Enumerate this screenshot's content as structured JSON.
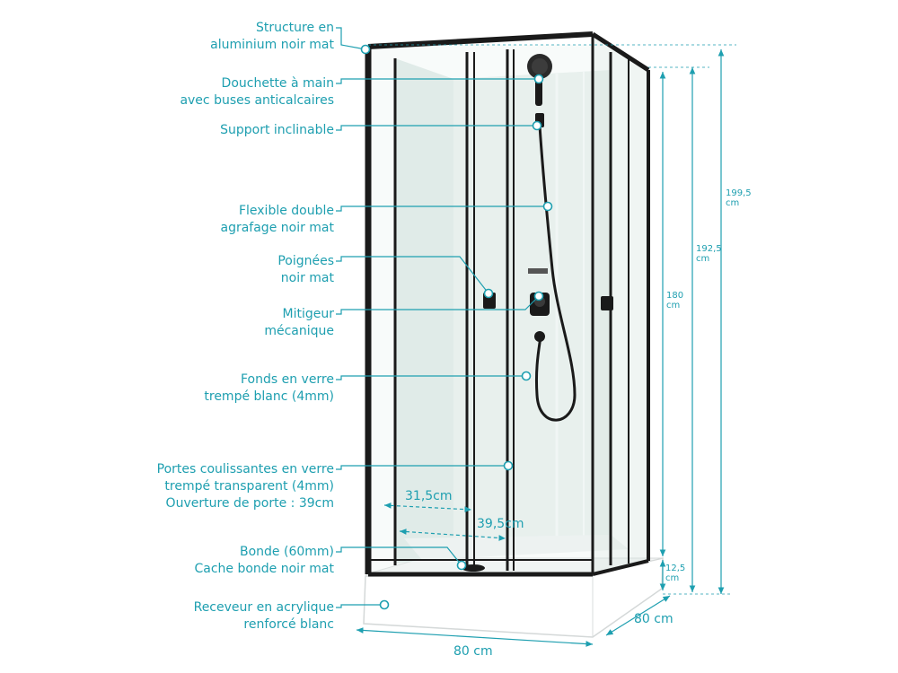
{
  "colors": {
    "accent": "#1e9fb0",
    "frame": "#1a1a1a",
    "glass": "#e8f1ee",
    "tray": "#ffffff"
  },
  "callouts": [
    {
      "lines": [
        "Structure en",
        "aluminium noir mat"
      ]
    },
    {
      "lines": [
        "Douchette à main",
        "avec buses anticalcaires"
      ]
    },
    {
      "lines": [
        "Support inclinable"
      ]
    },
    {
      "lines": [
        "Flexible double",
        "agrafage noir mat"
      ]
    },
    {
      "lines": [
        "Poignées",
        "noir mat"
      ]
    },
    {
      "lines": [
        "Mitigeur",
        "mécanique"
      ]
    },
    {
      "lines": [
        "Fonds en verre",
        "trempé blanc (4mm)"
      ]
    },
    {
      "lines": [
        "Portes coulissantes en verre",
        "trempé transparent (4mm)",
        "Ouverture de porte : 39cm"
      ]
    },
    {
      "lines": [
        "Bonde (60mm)",
        "Cache bonde noir mat"
      ]
    },
    {
      "lines": [
        "Receveur en acrylique",
        "renforcé blanc"
      ]
    }
  ],
  "dimensions": {
    "total_height": [
      "199,5",
      "cm"
    ],
    "cabin_height": [
      "192,5",
      "cm"
    ],
    "panel_height": [
      "180",
      "cm"
    ],
    "tray_height": [
      "12,5",
      "cm"
    ],
    "door_width_1": "31,5cm",
    "door_width_2": "39,5cm",
    "depth": "80 cm",
    "width": "80 cm"
  }
}
